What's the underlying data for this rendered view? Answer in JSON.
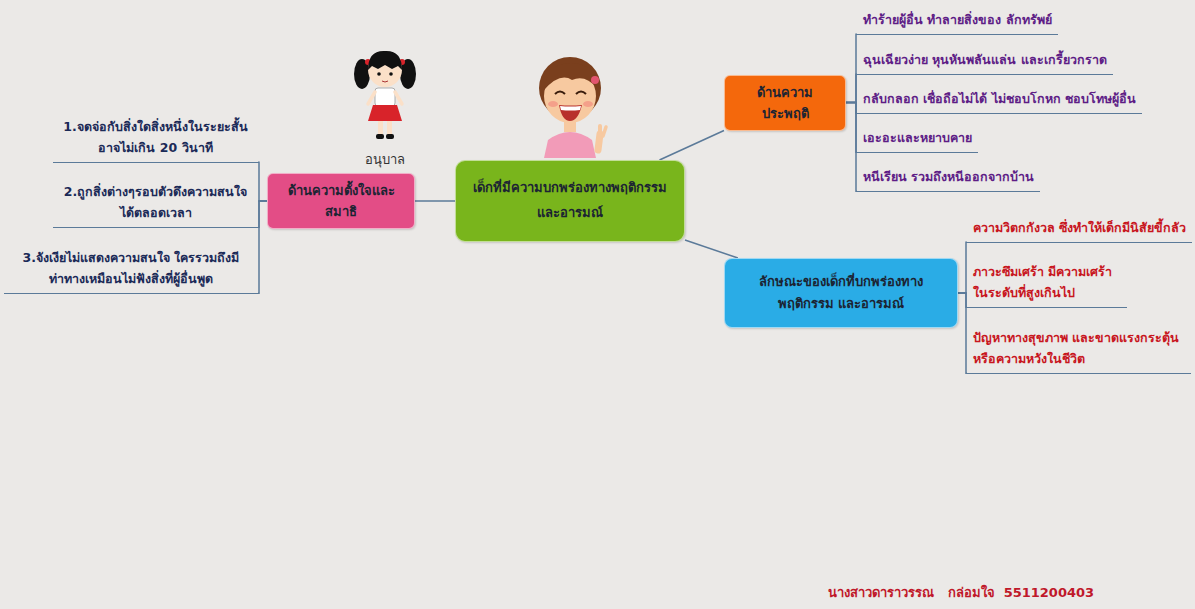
{
  "diagram": {
    "nodes": [
      {
        "text": [
          "เด็กที่มีความบกพร่องทางพฤติกรรม และอารมณ์"
        ]
      },
      {
        "text": [
          "ด้านความประพฤติ"
        ]
      },
      {
        "text": [
          "ทำร้ายผู้อื่น ทำลายสิ่งของ ลักทรัพย์"
        ]
      },
      {
        "text": [
          "ฉุนเฉียวง่าย หุนหันพลันแล่น และเกรี้ยวกราด"
        ]
      },
      {
        "text": [
          "กลับกลอก เชื่อถือไม่ได้ ไม่ชอบโกหก ชอบโทษผู้อื่น"
        ]
      },
      {
        "text": [
          "เอะอะและหยาบคาย"
        ]
      },
      {
        "text": [
          "หนีเรียน รวมถึงหนีออกจากบ้าน"
        ]
      },
      {
        "text": [
          "ด้านความตั้งใจและสมาธิ"
        ]
      },
      {
        "text": [
          "1.จดจ่อกับสิ่งใดสิ่งหนึ่งในระยะสั้น อาจไม่เกิน 20 วินาที"
        ]
      },
      {
        "text": [
          "2.ถูกสิ่งต่างๆรอบตัวดึงความสนใจ ได้ตลอดเวลา"
        ]
      },
      {
        "text": [
          "3.จังเงียไม่แสดงความสนใจ ใครรวมถึงมีท่าทางเหมือนไม่ฟังสิ่งที่ผู้อื่นพูด"
        ]
      },
      {
        "text": [
          "ลักษณะของเด็กที่บกพร่องทางพฤติกรรม และอารมณ์"
        ]
      },
      {
        "text": [
          "ความวิตกกังวล ซึ่งทำให้เด็กมีนิสัยขี้กลัว"
        ]
      },
      {
        "text": [
          "ภาวะซึมเศร้า มีความเศร้า ในระดับที่สูงเกินไป"
        ]
      },
      {
        "text": [
          "ปัญหาทางสุขภาพ และขาดแรงกระตุ้น หรือความหวังในชีวิต"
        ]
      }
    ],
    "edges": [
      {
        "from": 0,
        "to": 1,
        "arrow": "none"
      },
      {
        "from": 0,
        "to": 7,
        "arrow": "none"
      },
      {
        "from": 0,
        "to": 11,
        "arrow": "none"
      },
      {
        "from": 1,
        "to": 2,
        "arrow": "none"
      },
      {
        "from": 1,
        "to": 3,
        "arrow": "none"
      },
      {
        "from": 1,
        "to": 4,
        "arrow": "none"
      },
      {
        "from": 1,
        "to": 5,
        "arrow": "none"
      },
      {
        "from": 1,
        "to": 6,
        "arrow": "none"
      },
      {
        "from": 7,
        "to": 8,
        "arrow": "none"
      },
      {
        "from": 7,
        "to": 9,
        "arrow": "none"
      },
      {
        "from": 7,
        "to": 10,
        "arrow": "none"
      },
      {
        "from": 11,
        "to": 12,
        "arrow": "none"
      },
      {
        "from": 11,
        "to": 13,
        "arrow": "none"
      },
      {
        "from": 11,
        "to": 14,
        "arrow": "none"
      }
    ],
    "labels": [
      "อนุบาล",
      "นางสาวดาราวรรณ   กล่อมใจ  5511200403"
    ]
  }
}
